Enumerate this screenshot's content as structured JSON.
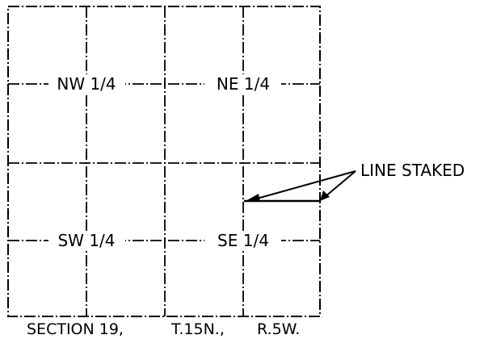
{
  "quarters": {
    "nw": "NW 1/4",
    "ne": "NE 1/4",
    "sw": "SW 1/4",
    "se": "SE 1/4"
  },
  "callout": {
    "label": "LINE STAKED"
  },
  "caption": {
    "section": "SECTION 19,",
    "township": "T.15N.,",
    "range": "R.5W."
  },
  "colors": {
    "ink": "#000000",
    "background": "#ffffff"
  }
}
